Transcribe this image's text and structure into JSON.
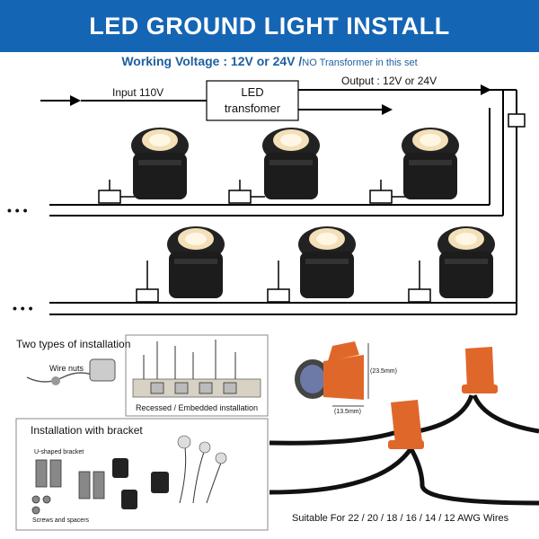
{
  "header": {
    "title": "LED GROUND LIGHT INSTALL"
  },
  "voltage": {
    "prefix": "Working Voltage : 12V or 24V /",
    "note": "NO Transformer in this set"
  },
  "wiring": {
    "input_label": "Input 110V",
    "transformer_label_line1": "LED",
    "transformer_label_line2": "transfomer",
    "output_label": "Output : 12V or 24V",
    "ellipsis": "• • •"
  },
  "install_types": {
    "title": "Two types of installation",
    "wire_nuts_label": "Wire nuts",
    "recessed_caption": "Recessed / Embedded installation"
  },
  "wire_nut": {
    "height_label": "(23.5mm)",
    "width_label": "(13.5mm)"
  },
  "bracket": {
    "title": "Installation with bracket",
    "u_bracket_label": "U-shaped bracket",
    "screws_label": "Screws and spacers"
  },
  "wire_compat": {
    "label": "Suitable For 22 / 20 / 18 / 16 / 14 / 12 AWG Wires"
  },
  "colors": {
    "banner": "#1565b5",
    "voltage_text": "#1f5f9f",
    "wire_nut": "#e0672a",
    "fixture": "#1c1c1c"
  }
}
